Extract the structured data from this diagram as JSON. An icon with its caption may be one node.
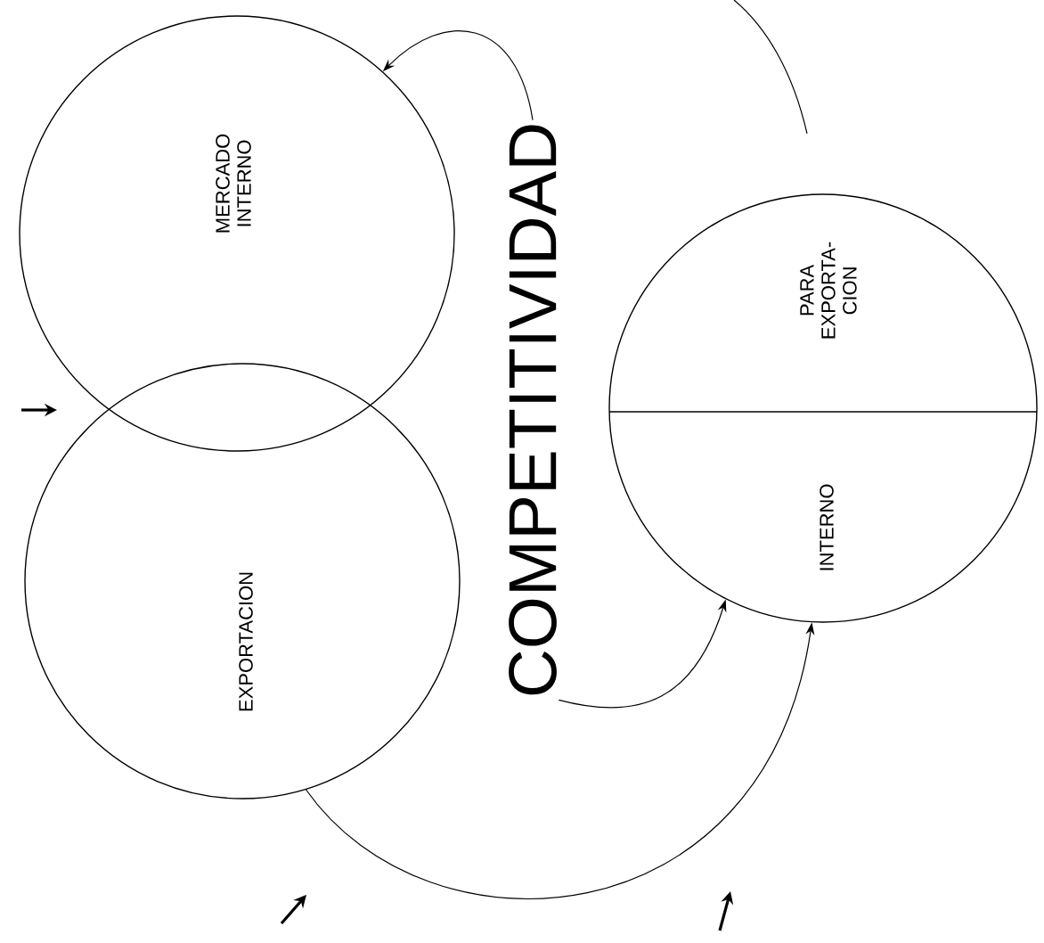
{
  "diagram": {
    "nodes": [
      {
        "text": [
          "COMPETITIVIDAD"
        ]
      },
      {
        "text": [
          "MERCADO INTERNO"
        ]
      },
      {
        "text": [
          "EXPORTACION"
        ]
      },
      {
        "text": [
          "PARA EXPORTA- CION",
          "INTERNO"
        ]
      }
    ],
    "edges": [
      {
        "from": 0,
        "to": 1,
        "arrow": "to"
      },
      {
        "from": 0,
        "to": 3,
        "arrow": "to"
      },
      {
        "from": 2,
        "to": 3,
        "arrow": "to"
      }
    ]
  }
}
